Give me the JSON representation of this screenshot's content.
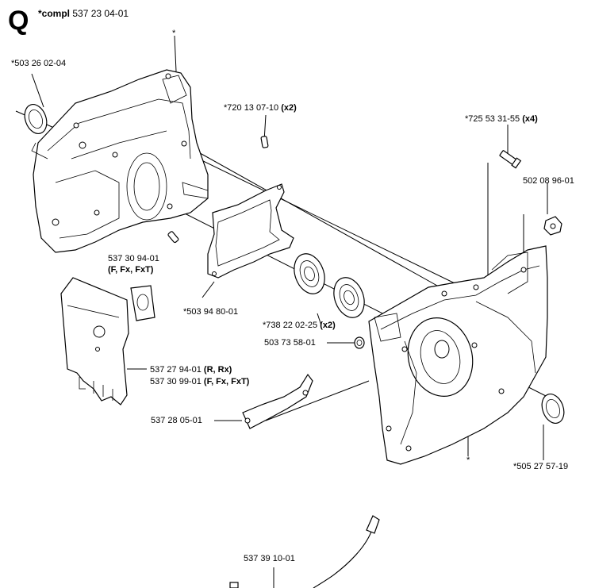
{
  "header": {
    "section_letter": "Q",
    "compl_prefix": "*compl",
    "compl_number": "537 23 04-01"
  },
  "labels": {
    "star_top": "*",
    "seal_left": "*503 26 02-04",
    "pin_number": "*720 13 07-10",
    "pin_qty": "(x2)",
    "screw_number": "*725 53 31-55",
    "screw_qty": "(x4)",
    "nut_number": "502 08 96-01",
    "gasket_part_number": "537 30 94-01",
    "gasket_part_models": "(F, Fx, FxT)",
    "gasket": "*503 94 80-01",
    "bearing_number": "*738 22 02-25",
    "bearing_qty": "(x2)",
    "plug": "503 73 58-01",
    "plate_a_number": "537 27 94-01",
    "plate_a_models": "(R, Rx)",
    "plate_b_number": "537 30 99-01",
    "plate_b_models": "(F, Fx, FxT)",
    "bracket": "537 28 05-01",
    "star_bottom": "*",
    "seal_right": "*505 27 57-19",
    "cable": "537 39 10-01"
  }
}
